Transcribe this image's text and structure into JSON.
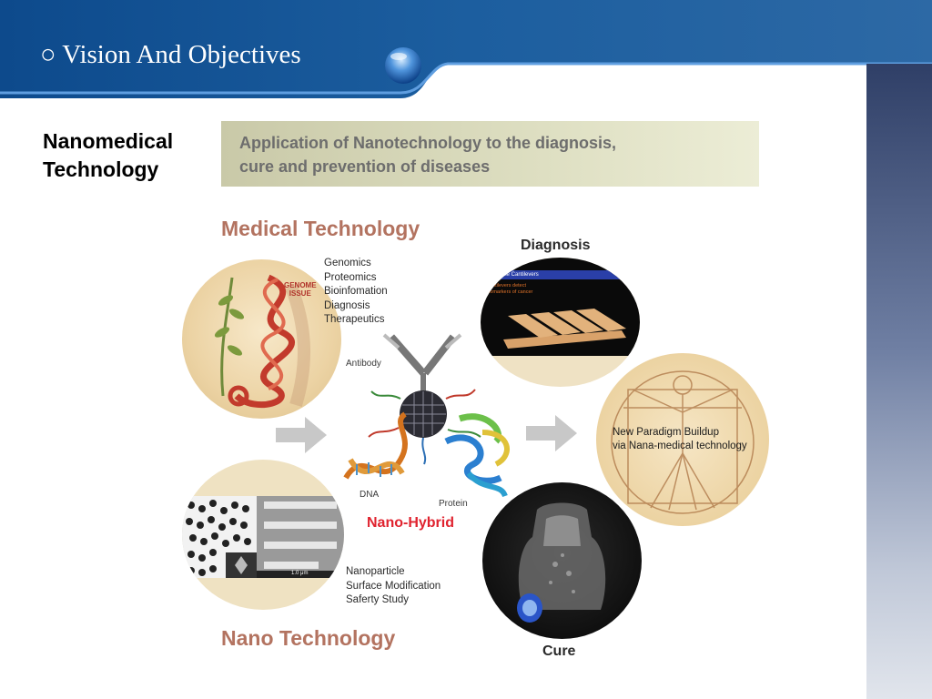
{
  "header": {
    "title": "○ Vision And Objectives"
  },
  "side_label": {
    "line1": "Nanomedical",
    "line2": "Technology"
  },
  "banner": {
    "line1": "Application of Nanotechnology to the diagnosis,",
    "line2": "cure and prevention of diseases"
  },
  "diagram": {
    "medical_title": "Medical Technology",
    "medical_items": [
      "Genomics",
      "Proteomics",
      "Bioinfomation",
      "Diagnosis",
      "Therapeutics"
    ],
    "genome_badge": {
      "line1": "GENOME",
      "line2": "ISSUE"
    },
    "nano_title": "Nano Technology",
    "nano_items": [
      "Nanoparticle",
      "Surface Modification",
      "Saferty Study"
    ],
    "antibody_label": "Antibody",
    "dna_label": "DNA",
    "protein_label": "Protein",
    "hybrid_label": "Nano-Hybrid",
    "diagnosis_title": "Diagnosis",
    "diagnosis_screen": {
      "bar": "Molecule Cantilevers",
      "line1": "Cantilevers detect",
      "line2": "biomarkers of cancer"
    },
    "paradigm": {
      "line1": "New Paradigm Buildup",
      "line2": "via Nana-medical technology"
    },
    "cure_title": "Cure",
    "sem_scale": "1.0 μm"
  },
  "colors": {
    "header_blue": "#0d4a8c",
    "section_title": "#b37360",
    "hybrid_red": "#e0232f",
    "banner_text": "#6d6d6d"
  }
}
